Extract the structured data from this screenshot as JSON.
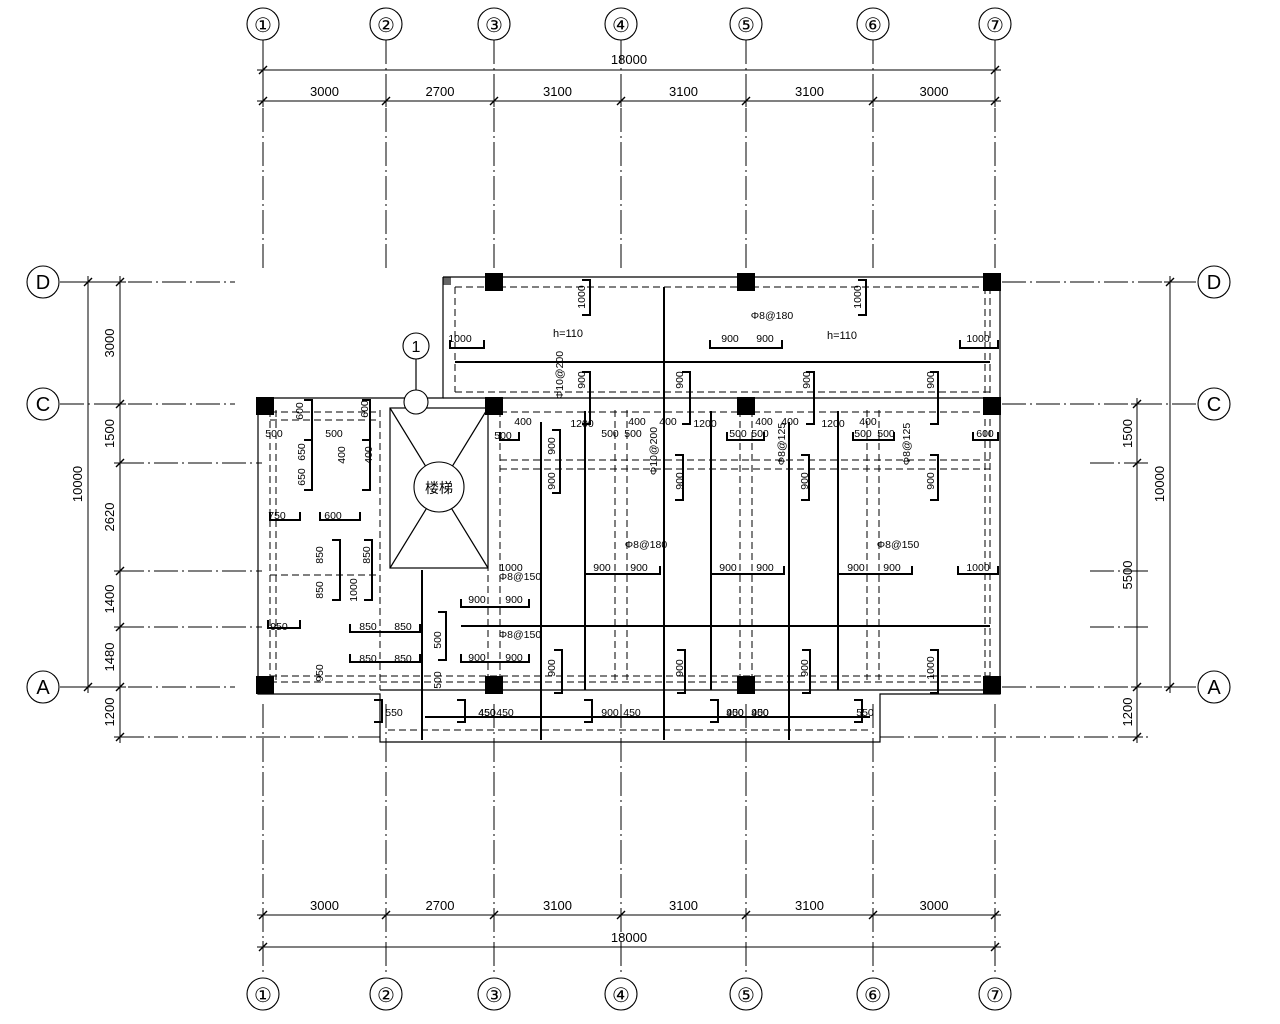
{
  "axes_top": [
    "①",
    "②",
    "③",
    "④",
    "⑤",
    "⑥",
    "⑦"
  ],
  "axes_bottom": [
    "①",
    "②",
    "③",
    "④",
    "⑤",
    "⑥",
    "⑦"
  ],
  "axes_left": [
    "D",
    "C",
    "A"
  ],
  "axes_right": [
    "D",
    "C",
    "A"
  ],
  "dims_top_total": "18000",
  "dims_top": [
    "3000",
    "2700",
    "3100",
    "3100",
    "3100",
    "3000"
  ],
  "dims_bottom": [
    "3000",
    "2700",
    "3100",
    "3100",
    "3100",
    "3000"
  ],
  "dims_bottom_total": "18000",
  "dims_left_total": "10000",
  "dims_left": [
    "3000",
    "1500",
    "2620",
    "1400",
    "1480",
    "1200"
  ],
  "dims_right_total": "10000",
  "dims_right": [
    "1500",
    "5500",
    "1200"
  ],
  "stair_label": "楼梯",
  "section_marker": "1",
  "slab_labels": [
    "h=110",
    "h=110"
  ],
  "rebar_labels": [
    "Φ8@180",
    "Φ10@200",
    "Φ10@200",
    "Φ8@125",
    "Φ8@125",
    "Φ8@180",
    "Φ8@150",
    "Φ8@150",
    "Φ8@150"
  ],
  "bar_lengths": [
    "1000",
    "1000",
    "1000",
    "900",
    "900",
    "1000",
    "900",
    "900",
    "900",
    "900",
    "900",
    "400",
    "1200",
    "400",
    "400",
    "1200",
    "400",
    "400",
    "1200",
    "400",
    "500",
    "500",
    "500",
    "500",
    "500",
    "500",
    "500",
    "600",
    "900",
    "900",
    "900",
    "900",
    "900",
    "900",
    "900",
    "900",
    "1000",
    "1000",
    "900",
    "900",
    "900",
    "900",
    "900",
    "900",
    "900",
    "900",
    "900",
    "900",
    "900",
    "900",
    "1000",
    "450",
    "450",
    "450",
    "450",
    "450",
    "450",
    "550",
    "550",
    "600",
    "500",
    "500",
    "600",
    "650",
    "650",
    "400",
    "400",
    "750",
    "600",
    "850",
    "850",
    "850",
    "1000",
    "950",
    "850",
    "850",
    "500",
    "950",
    "850",
    "850",
    "500"
  ]
}
